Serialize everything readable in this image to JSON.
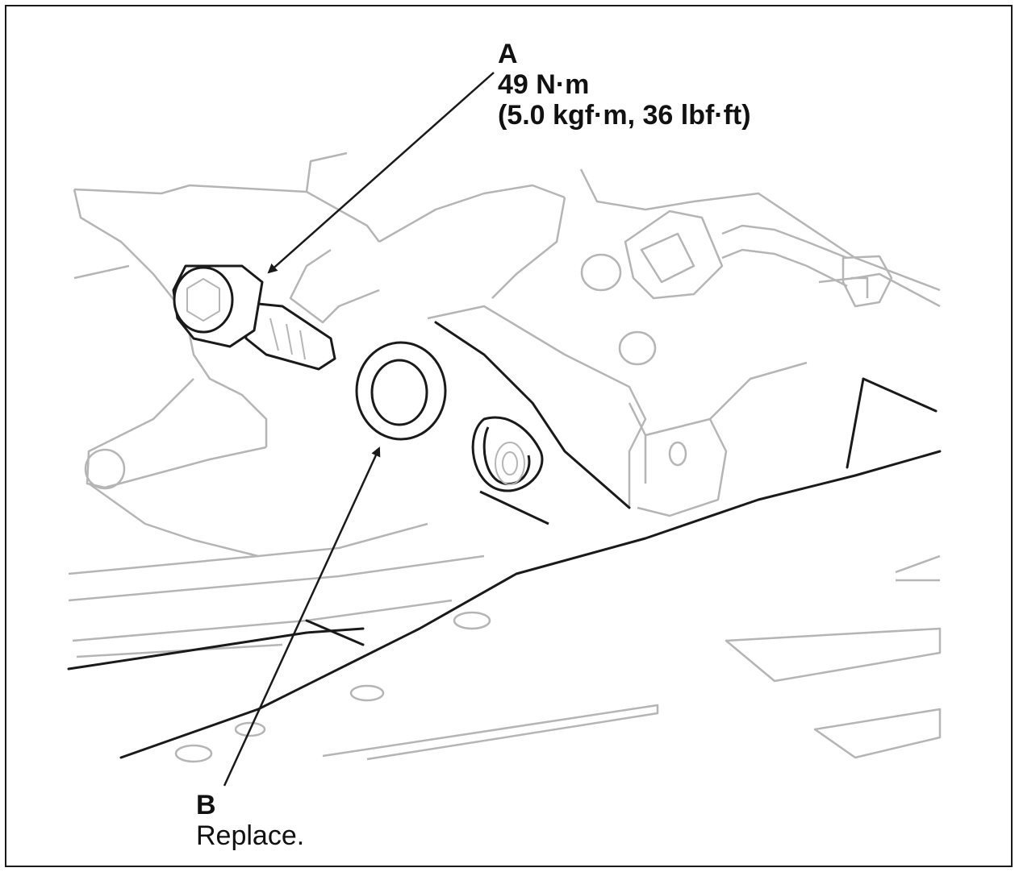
{
  "callouts": {
    "a": {
      "letter": "A",
      "torque": "49 N·m",
      "torque_alt": "(5.0 kgf·m, 36 lbf·ft)"
    },
    "b": {
      "letter": "B",
      "note": "Replace."
    }
  },
  "colors": {
    "line": "#1a1a1a",
    "light_line": "#b5b5b5",
    "background": "#ffffff"
  }
}
